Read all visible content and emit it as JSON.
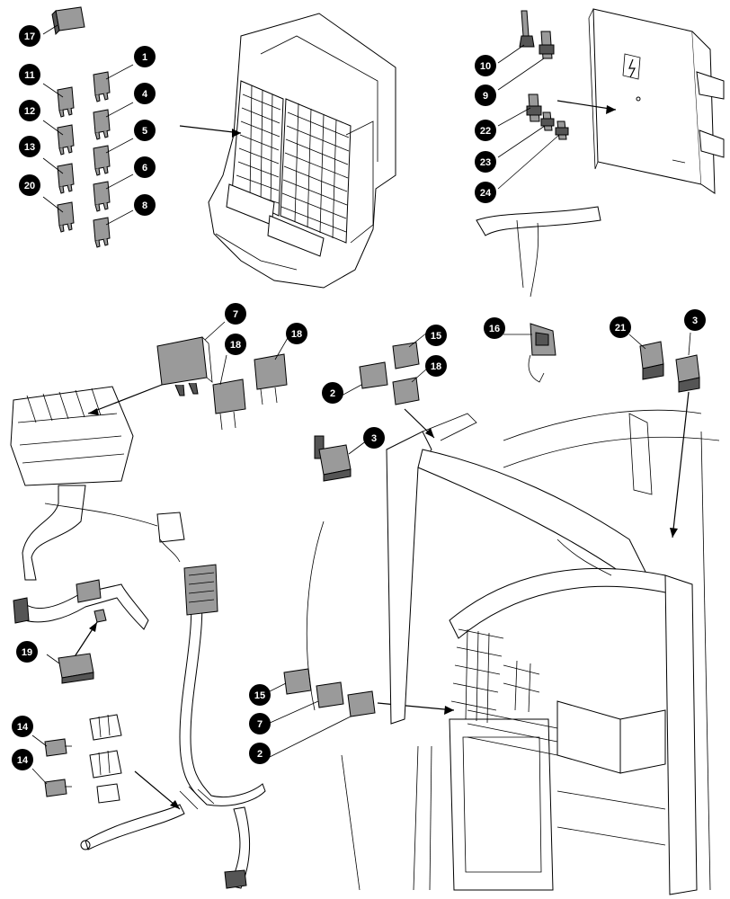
{
  "diagram": {
    "callouts": [
      {
        "label": "17"
      },
      {
        "label": "1"
      },
      {
        "label": "11"
      },
      {
        "label": "4"
      },
      {
        "label": "12"
      },
      {
        "label": "5"
      },
      {
        "label": "13"
      },
      {
        "label": "6"
      },
      {
        "label": "20"
      },
      {
        "label": "8"
      },
      {
        "label": "10"
      },
      {
        "label": "9"
      },
      {
        "label": "22"
      },
      {
        "label": "23"
      },
      {
        "label": "24"
      },
      {
        "label": "7"
      },
      {
        "label": "18"
      },
      {
        "label": "18"
      },
      {
        "label": "15"
      },
      {
        "label": "2"
      },
      {
        "label": "18"
      },
      {
        "label": "3"
      },
      {
        "label": "16"
      },
      {
        "label": "21"
      },
      {
        "label": "3"
      },
      {
        "label": "19"
      },
      {
        "label": "14"
      },
      {
        "label": "14"
      },
      {
        "label": "15"
      },
      {
        "label": "7"
      },
      {
        "label": "2"
      }
    ]
  }
}
